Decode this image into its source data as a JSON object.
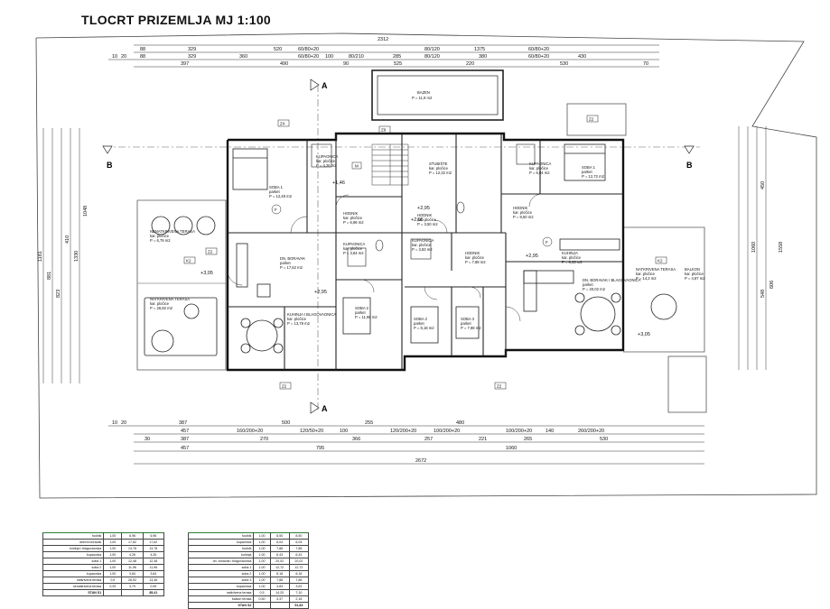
{
  "title": "TLOCRT  PRIZEMLJA MJ 1:100",
  "section_markers": {
    "a": "A",
    "b": "B"
  },
  "rooms": {
    "bazen": {
      "name": "BAZEN",
      "area": "P = 11,9 m2"
    },
    "soba1_left": {
      "name": "SOBA 1",
      "finish": "parket",
      "area": "P = 12,48 m2"
    },
    "kupaonica_top_left": {
      "name": "KUPAONICA",
      "finish": "kar. pločice",
      "area": "P = 4,26 m2"
    },
    "stubiste": {
      "name": "STUBIŠTE",
      "finish": "kar. pločice",
      "area": "P = 12,32 m2"
    },
    "kupaonica_top_right": {
      "name": "KUPAONICA",
      "finish": "kar. pločice",
      "area": "P = 6,04 m2"
    },
    "soba1_right": {
      "name": "SOBA 1",
      "finish": "parket",
      "area": "P = 12,72 m2"
    },
    "hodnik_left": {
      "name": "HODNIK",
      "finish": "kar. pločice",
      "area": "P = 6,96 m2"
    },
    "hodnik_center": {
      "name": "HODNIK",
      "finish": "kar. pločice",
      "area": "P = 3,50 m2"
    },
    "hodnik_right": {
      "name": "HODNIK",
      "finish": "kar. pločice",
      "area": "P = 8,50 m2"
    },
    "terasa_left_covered": {
      "name": "NENATKRIVENA TERASA",
      "finish": "kar. pločice",
      "area": "P = 6,79 m2"
    },
    "dn_boravak_left": {
      "name": "DN. BORAVAK",
      "finish": "parket",
      "area": "P = 17,62 m2"
    },
    "kupaonica_mid_left": {
      "name": "KUPAONICA",
      "finish": "kar. pločice",
      "area": "P = 3,84 m2"
    },
    "kupaonica_mid_center": {
      "name": "KUPAONICA",
      "finish": "kar. pločice",
      "area": "P = 3,83 m2"
    },
    "hodnik_mid_right": {
      "name": "HODNIK",
      "finish": "kar. pločice",
      "area": "P = 7,88 m2"
    },
    "kuhinja_right": {
      "name": "KUHINJA",
      "finish": "kar. pločice",
      "area": "P = 6,43 m2"
    },
    "terasa_left": {
      "name": "NATKRIVENA TERASA",
      "finish": "kar. pločice",
      "area": "P = 26,92 m2"
    },
    "kuhinja_left": {
      "name": "KUHINJA I BLAGOVAONICA",
      "finish": "kar. pločice",
      "area": "P = 13,78 m2"
    },
    "soba2_left": {
      "name": "SOBA 2",
      "finish": "parket",
      "area": "P = 11,96 m2"
    },
    "soba2_center": {
      "name": "SOBA 2",
      "finish": "parket",
      "area": "P = 8,18 m2"
    },
    "soba3": {
      "name": "SOBA 3",
      "finish": "parket",
      "area": "P = 7,88 m2"
    },
    "dn_boravak_right": {
      "name": "DN. BORAVAK I BLAGOVAONICA",
      "finish": "parket",
      "area": "P = 20,02 m2"
    },
    "terasa_right": {
      "name": "NATKRIVENA TERASA",
      "finish": "kar. pločice",
      "area": "P = 14,2 m2"
    },
    "balkon": {
      "name": "BALKON",
      "finish": "kar. pločice",
      "area": "P = 4,87 m2"
    }
  },
  "levels": {
    "l1": "+1,46",
    "l2": "+2,95",
    "l3": "+3,05",
    "l4": "+2,95",
    "l5": "+2,95",
    "l6": "+3,05",
    "l7": "+2,95"
  },
  "tags": {
    "z4": "Z4",
    "z2": "Z2",
    "z9": "Z9",
    "k2": "K2",
    "m": "M",
    "f": "F"
  },
  "dims_top": {
    "total": "2312",
    "row1": [
      "88",
      "329",
      "520",
      "60/80+20",
      "1375",
      "80/120",
      "60/80+20"
    ],
    "row2": [
      "10",
      "20",
      "88",
      "329",
      "360",
      "60/80+20",
      "100",
      "80/210",
      "285",
      "80/120",
      "380",
      "60/80+20",
      "430"
    ],
    "row3": [
      "397",
      "490",
      "90",
      "525",
      "220",
      "530",
      "70"
    ]
  },
  "dims_bottom": {
    "row1": [
      "10",
      "20",
      "387",
      "500",
      "120/50+20",
      "255",
      "480",
      "100/200+20",
      "260/200+20"
    ],
    "row2": [
      "457",
      "160/200+20",
      "100/200+20",
      "120/200+20",
      "100",
      "140"
    ],
    "row3": [
      "30",
      "387",
      "270",
      "366",
      "257",
      "221",
      "265",
      "530"
    ],
    "row4": [
      "457",
      "795",
      "1060"
    ],
    "total": "2672"
  },
  "dims_left": {
    "total": "1181",
    "a": "881",
    "b": "1048",
    "c": "410",
    "d": "823",
    "e": "1330"
  },
  "dims_right": {
    "total": "1558",
    "a": "450",
    "b": "548",
    "c": "606",
    "d": "1060"
  },
  "table_left": {
    "rows": [
      [
        "hodnik",
        "1,00",
        "6,96",
        "6,96"
      ],
      [
        "dnevni boravak",
        "1,00",
        "17,62",
        "17,62"
      ],
      [
        "kuhinja i blagovaonica",
        "1,00",
        "13,78",
        "13,78"
      ],
      [
        "kupaonica",
        "1,00",
        "4,26",
        "4,26"
      ],
      [
        "soba 1",
        "1,00",
        "12,48",
        "12,48"
      ],
      [
        "soba 2",
        "1,00",
        "11,96",
        "11,96"
      ],
      [
        "kupaonica",
        "1,00",
        "3,84",
        "3,84"
      ],
      [
        "natkrivena terasa",
        "0,5",
        "26,92",
        "13,46"
      ],
      [
        "nenatkrivena terasa",
        "0,25",
        "3,79",
        "0,95"
      ]
    ],
    "total": [
      "STAN S1",
      "",
      "",
      "85,41"
    ]
  },
  "table_right": {
    "rows": [
      [
        "hodnik",
        "1,00",
        "8,50",
        "8,50"
      ],
      [
        "kupaonica",
        "1,00",
        "6,04",
        "6,04"
      ],
      [
        "hodnik",
        "1,00",
        "7,88",
        "7,88"
      ],
      [
        "kuhinja",
        "1,00",
        "6,43",
        "6,43"
      ],
      [
        "dn. boravak i blagovaonica",
        "1,00",
        "20,02",
        "20,02"
      ],
      [
        "soba 1",
        "1,00",
        "12,72",
        "12,72"
      ],
      [
        "soba 2",
        "1,00",
        "8,18",
        "8,18"
      ],
      [
        "soba 3",
        "1,00",
        "7,88",
        "7,88"
      ],
      [
        "kupaonica",
        "1,00",
        "3,83",
        "3,83"
      ],
      [
        "natkrivena terasa",
        "0,5",
        "14,20",
        "7,10"
      ],
      [
        "balkon terasa",
        "0,50",
        "4,37",
        "2,18"
      ]
    ],
    "total": [
      "STAN S2",
      "",
      "",
      "91,83"
    ]
  }
}
